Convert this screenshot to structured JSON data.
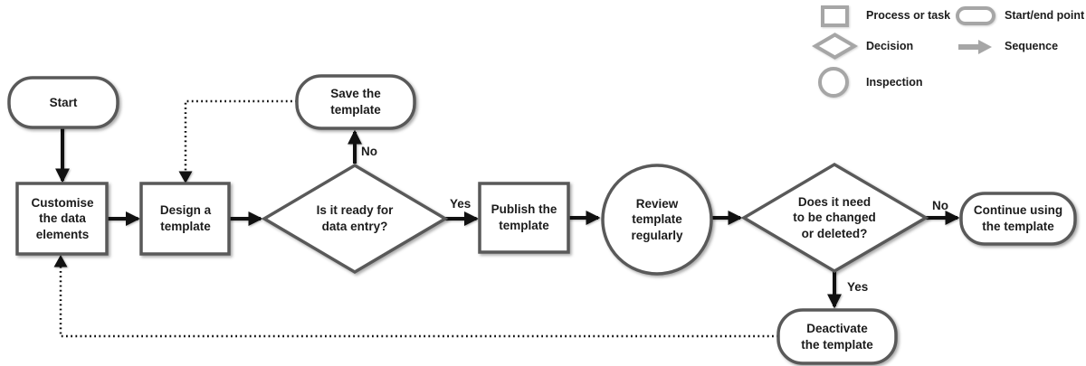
{
  "nodes": [
    {
      "id": "start",
      "type": "start-end",
      "label": "Start"
    },
    {
      "id": "customise-elements",
      "type": "process",
      "label": "Customise\nthe data\nelements"
    },
    {
      "id": "design-template",
      "type": "process",
      "label": "Design a\ntemplate"
    },
    {
      "id": "save-template",
      "type": "start-end",
      "label": "Save the\ntemplate"
    },
    {
      "id": "ready-for-data-entry",
      "type": "decision",
      "label": "Is it ready for\ndata entry?"
    },
    {
      "id": "publish-template",
      "type": "process",
      "label": "Publish the\ntemplate"
    },
    {
      "id": "review-template",
      "type": "inspection",
      "label": "Review\ntemplate\nregularly"
    },
    {
      "id": "change-or-delete",
      "type": "decision",
      "label": "Does it need\nto be changed\nor deleted?"
    },
    {
      "id": "continue-using",
      "type": "start-end",
      "label": "Continue using\nthe template"
    },
    {
      "id": "deactivate-template",
      "type": "start-end",
      "label": "Deactivate\nthe template"
    }
  ],
  "edge_labels": {
    "ready_no": "No",
    "ready_yes": "Yes",
    "change_no": "No",
    "change_yes": "Yes"
  },
  "legend": {
    "items": [
      {
        "icon": "square-icon",
        "label": "Process or task"
      },
      {
        "icon": "stadium-icon",
        "label": "Start/end point"
      },
      {
        "icon": "diamond-icon",
        "label": "Decision"
      },
      {
        "icon": "sequence-arrow-icon",
        "label": "Sequence"
      },
      {
        "icon": "circle-icon",
        "label": "Inspection"
      }
    ]
  },
  "colors": {
    "background": "#ffffff",
    "node_border": "#595959",
    "node_fill": "#ffffff",
    "connector": "#111111",
    "text": "#1c1c1c",
    "legend_icon": "#a6a6a6"
  }
}
